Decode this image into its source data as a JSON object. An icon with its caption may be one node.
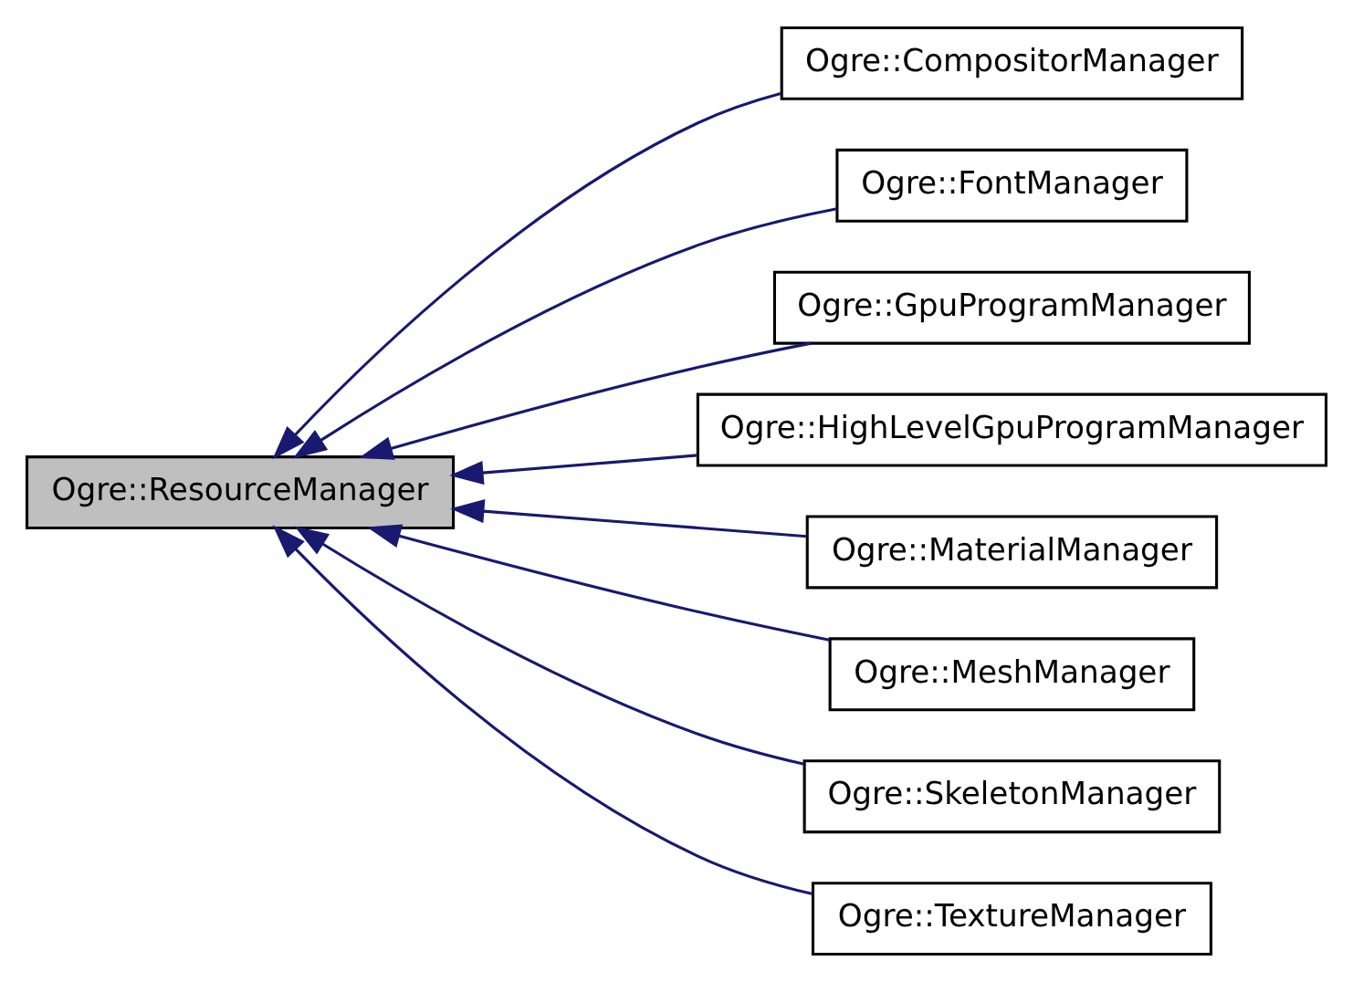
{
  "diagram": {
    "nodes": [
      {
        "text": [
          "Ogre::ResourceManager"
        ]
      },
      {
        "text": [
          "Ogre::CompositorManager"
        ]
      },
      {
        "text": [
          "Ogre::FontManager"
        ]
      },
      {
        "text": [
          "Ogre::GpuProgramManager"
        ]
      },
      {
        "text": [
          "Ogre::HighLevelGpuProgramManager"
        ]
      },
      {
        "text": [
          "Ogre::MaterialManager"
        ]
      },
      {
        "text": [
          "Ogre::MeshManager"
        ]
      },
      {
        "text": [
          "Ogre::SkeletonManager"
        ]
      },
      {
        "text": [
          "Ogre::TextureManager"
        ]
      }
    ],
    "edges": [
      {
        "from": 1,
        "to": 0,
        "arrow": "to",
        "color": "#191970"
      },
      {
        "from": 2,
        "to": 0,
        "arrow": "to",
        "color": "#191970"
      },
      {
        "from": 3,
        "to": 0,
        "arrow": "to",
        "color": "#191970"
      },
      {
        "from": 4,
        "to": 0,
        "arrow": "to",
        "color": "#191970"
      },
      {
        "from": 5,
        "to": 0,
        "arrow": "to",
        "color": "#191970"
      },
      {
        "from": 6,
        "to": 0,
        "arrow": "to",
        "color": "#191970"
      },
      {
        "from": 7,
        "to": 0,
        "arrow": "to",
        "color": "#191970"
      },
      {
        "from": 8,
        "to": 0,
        "arrow": "to",
        "color": "#191970"
      }
    ]
  }
}
